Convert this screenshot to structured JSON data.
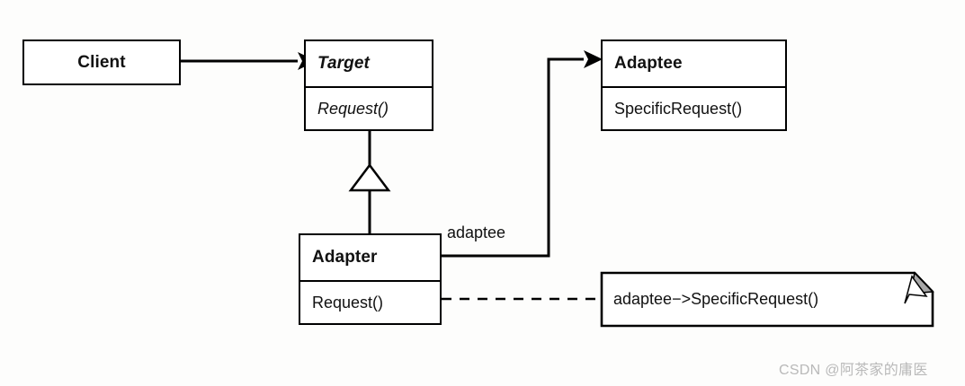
{
  "diagram": {
    "title": "Adapter Pattern UML Class Diagram",
    "background_color": "#fdfdfc",
    "line_color": "#000000",
    "box_fill": "#ffffff",
    "note_fold_color": "#a8a8a8",
    "classes": [
      {
        "id": "client",
        "name": "Client",
        "abstract": false,
        "name_align": "center",
        "operations": []
      },
      {
        "id": "target",
        "name": "Target",
        "abstract": true,
        "name_align": "left",
        "operations": [
          {
            "label": "Request()",
            "abstract": true
          }
        ]
      },
      {
        "id": "adaptee",
        "name": "Adaptee",
        "abstract": false,
        "name_align": "left",
        "operations": [
          {
            "label": "SpecificRequest()",
            "abstract": false
          }
        ]
      },
      {
        "id": "adapter",
        "name": "Adapter",
        "abstract": false,
        "name_align": "left",
        "operations": [
          {
            "label": "Request()",
            "abstract": false
          }
        ]
      }
    ],
    "note": {
      "text": "adaptee−>SpecificRequest()"
    },
    "association_label": "adaptee",
    "relations": [
      {
        "from": "Client",
        "to": "Target",
        "type": "association",
        "arrow": "filled-arrow"
      },
      {
        "from": "Adapter",
        "to": "Target",
        "type": "generalization",
        "arrow": "hollow-triangle"
      },
      {
        "from": "Adapter",
        "to": "Adaptee",
        "type": "association",
        "arrow": "filled-arrow",
        "role": "adaptee"
      },
      {
        "from": "Adapter.Request()",
        "to": "note",
        "type": "note-link",
        "arrow": "dashed"
      }
    ]
  },
  "watermark": {
    "text": "CSDN @阿茶家的庸医"
  }
}
